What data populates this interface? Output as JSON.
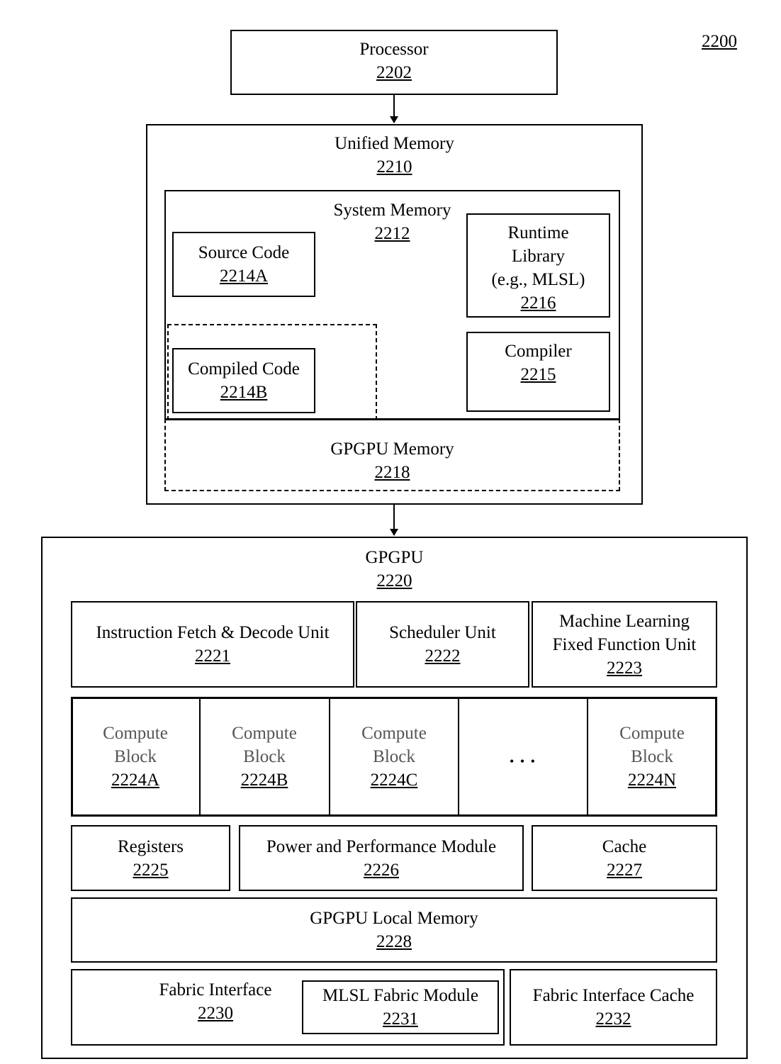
{
  "figure_ref": "2200",
  "processor": {
    "title": "Processor",
    "ref": "2202"
  },
  "unified_memory": {
    "title": "Unified Memory",
    "ref": "2210"
  },
  "system_memory": {
    "title": "System Memory",
    "ref": "2212"
  },
  "source_code": {
    "title": "Source Code",
    "ref": "2214A"
  },
  "compiled_code": {
    "title": "Compiled Code",
    "ref": "2214B"
  },
  "runtime_library": {
    "line1": "Runtime",
    "line2": "Library",
    "line3": "(e.g., MLSL)",
    "ref": "2216"
  },
  "compiler": {
    "title": "Compiler",
    "ref": "2215"
  },
  "gpgpu_memory": {
    "title": "GPGPU Memory",
    "ref": "2218"
  },
  "gpgpu": {
    "title": "GPGPU",
    "ref": "2220"
  },
  "fetch_decode": {
    "title": "Instruction Fetch & Decode Unit",
    "ref": "2221"
  },
  "scheduler": {
    "title": "Scheduler Unit",
    "ref": "2222"
  },
  "ml_fixed": {
    "line1": "Machine Learning",
    "line2": "Fixed Function Unit",
    "ref": "2223"
  },
  "compute_blocks": [
    {
      "line1": "Compute",
      "line2": "Block",
      "ref": "2224A"
    },
    {
      "line1": "Compute",
      "line2": "Block",
      "ref": "2224B"
    },
    {
      "line1": "Compute",
      "line2": "Block",
      "ref": "2224C"
    },
    {
      "ellipsis": "• • •"
    },
    {
      "line1": "Compute",
      "line2": "Block",
      "ref": "2224N"
    }
  ],
  "registers": {
    "title": "Registers",
    "ref": "2225"
  },
  "power_perf": {
    "title": "Power and Performance Module",
    "ref": "2226"
  },
  "cache": {
    "title": "Cache",
    "ref": "2227"
  },
  "local_memory": {
    "title": "GPGPU Local Memory",
    "ref": "2228"
  },
  "fabric_interface": {
    "title": "Fabric Interface",
    "ref": "2230"
  },
  "mlsl_fabric": {
    "title": "MLSL Fabric Module",
    "ref": "2231"
  },
  "fabric_cache": {
    "title": "Fabric Interface Cache",
    "ref": "2232"
  }
}
